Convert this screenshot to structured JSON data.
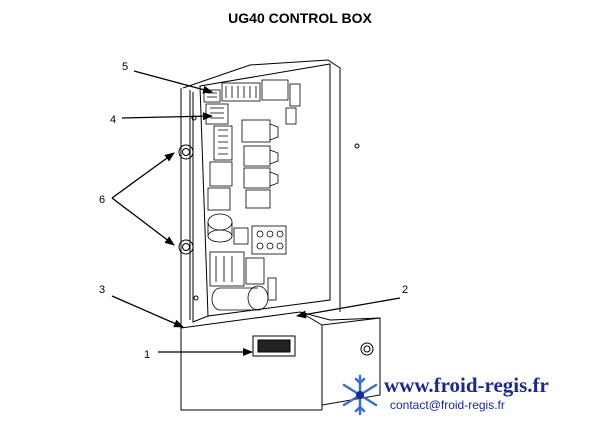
{
  "title": "UG40 CONTROL BOX",
  "callouts": [
    {
      "label": "1"
    },
    {
      "label": "2"
    },
    {
      "label": "3"
    },
    {
      "label": "4"
    },
    {
      "label": "5"
    },
    {
      "label": "6"
    }
  ],
  "watermark": {
    "site": "www.froid-regis.fr",
    "contact": "contact@froid-regis.fr"
  },
  "colors": {
    "line": "#000000",
    "watermark_text": "#1a2a8c",
    "snowflake": "#3a6fc4"
  },
  "icons": [
    "snowflake-logo-icon",
    "arrow-icon"
  ]
}
